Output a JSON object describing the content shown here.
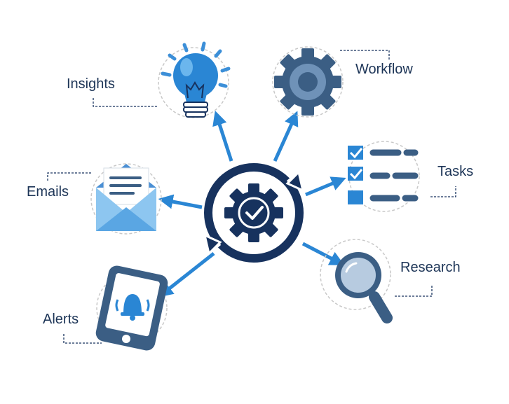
{
  "labels": {
    "insights": "Insights",
    "workflow": "Workflow",
    "emails": "Emails",
    "tasks": "Tasks",
    "alerts": "Alerts",
    "research": "Research"
  },
  "colors": {
    "navy": "#17325e",
    "blue": "#2a86d4",
    "mid_blue": "#3c78bd",
    "light_blue": "#64b1ea",
    "steel": "#3b5e84",
    "gray": "#a7a7a7"
  },
  "icons": {
    "center": "gear-check-icon",
    "insights": "lightbulb-icon",
    "workflow": "gear-icon",
    "emails": "envelope-icon",
    "tasks": "checklist-icon",
    "alerts": "phone-bell-icon",
    "research": "magnifier-icon"
  }
}
